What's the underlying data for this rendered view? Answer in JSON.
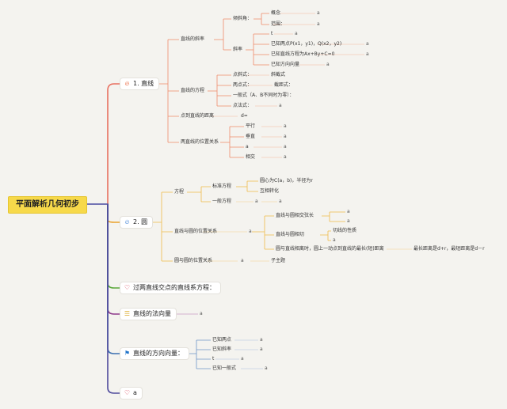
{
  "root": "平面解析几何初步",
  "colors": {
    "line1": "#e87060",
    "line2": "#e9a12c",
    "line3": "#5aa83a",
    "line4": "#8e3b8c",
    "line5": "#3b6fb0",
    "line6": "#4e4a9c",
    "trunk": "#4a4aa0"
  },
  "branches": {
    "b1": {
      "icon": "flame-icon",
      "label": "1. 直线"
    },
    "b2": {
      "icon": "flame-icon",
      "label": "2. 圆"
    },
    "b3": {
      "icon": "heart-icon",
      "label": "过两直线交点的直线系方程："
    },
    "b4": {
      "icon": "coin-icon",
      "label": "直线的法向量"
    },
    "b5": {
      "icon": "flag-icon",
      "label": "直线的方向向量："
    },
    "b6": {
      "icon": "heart-icon",
      "label": "a"
    }
  },
  "line": {
    "slope": "直线的斜率",
    "incl": "倾斜角：",
    "concept": "概念",
    "concept_v": "a",
    "range": "范围：",
    "range_v": "a",
    "slope_k": "斜率",
    "k1": "t",
    "k1_v": "a",
    "k2": "已知两点P(x1，y1)，Q(x2，y2)",
    "k2_v": "a",
    "k3": "已知直线方程为Ax+By+C=0",
    "k3_v": "a",
    "k4": "已知方向向量",
    "k4_v": "a",
    "eq": "直线的方程",
    "e1": "点斜式：",
    "e1_v": "斜截式",
    "e2": "两点式：",
    "e2_v": "截距式：",
    "e3": "一般式（A、B不同时为零）：",
    "e4": "点法式：",
    "e4_v": "a",
    "dist": "点到直线的距离",
    "dist_v": "d=",
    "pos": "两直线的位置关系",
    "p1": "平行",
    "p1_v": "a",
    "p2": "垂直",
    "p2_v": "a",
    "p3": "a",
    "p3_v": "a",
    "p4": "相交",
    "p4_v": "a"
  },
  "circle": {
    "eq": "方程",
    "std": "标准方程",
    "std1": "圆心为C(a，b)，半径为r",
    "std2": "互相转化",
    "gen": "一般方程",
    "gen_v": "a",
    "gen_v2": "a",
    "lc": "直线与圆的位置关系",
    "lc_v": "a",
    "chord": "直线与圆相交弦长",
    "chord_v1": "a",
    "chord_v2": "a",
    "tan": "直线与圆相切",
    "tan1": "切线的性质",
    "tan2": "a",
    "sep": "圆与直线相离时，圆上一动点到直线的最长(短)距离",
    "sep_v": "最长距离是d+r，最短距离是d－r",
    "cc": "圆与圆的位置关系",
    "cc_v": "a",
    "cc_v2": "子主题"
  },
  "normal_v": "a",
  "direction": {
    "d1": "已知两点",
    "d1_v": "a",
    "d2": "已知斜率",
    "d2_v": "a",
    "d3": "t",
    "d3_v": "a",
    "d4": "已知一般式",
    "d4_v": "a"
  }
}
